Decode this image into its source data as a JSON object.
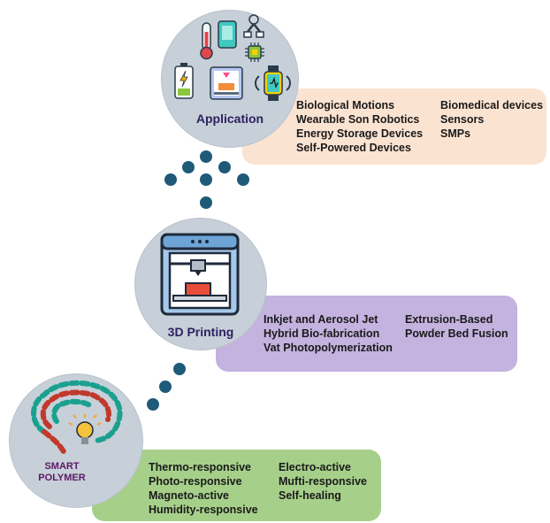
{
  "application": {
    "label": "Application",
    "items_col1": [
      "Biological Motions",
      "Wearable Son Robotics",
      "Energy Storage Devices",
      "Self-Powered Devices"
    ],
    "items_col2": [
      "Biomedical devices",
      "Sensors",
      "SMPs"
    ]
  },
  "printing": {
    "label": "3D Printing",
    "items_col1": [
      "Inkjet and Aerosol Jet",
      "Hybrid Bio-fabrication",
      "Vat Photopolymerization"
    ],
    "items_col2": [
      "Extrusion-Based",
      "Powder Bed Fusion"
    ]
  },
  "polymer": {
    "label_line1": "SMART",
    "label_line2": "POLYMER",
    "items_col1": [
      "Thermo-responsive",
      "Photo-responsive",
      "Magneto-active",
      "Humidity-responsive"
    ],
    "items_col2": [
      "Electro-active",
      "Mufti-responsive",
      "Self-healing"
    ]
  },
  "colors": {
    "application_panel": "#fbe3d2",
    "printing_panel": "#c4b2df",
    "polymer_panel": "#a6d08a",
    "circle": "#c7cfd8",
    "connector_dot": "#1f5a78",
    "label_text": "#2b2260"
  },
  "icons": [
    "thermometer-icon",
    "robot-arm-icon",
    "microchip-icon",
    "battery-icon",
    "3d-printer-icon",
    "smartwatch-icon",
    "brain-bulb-icon"
  ]
}
